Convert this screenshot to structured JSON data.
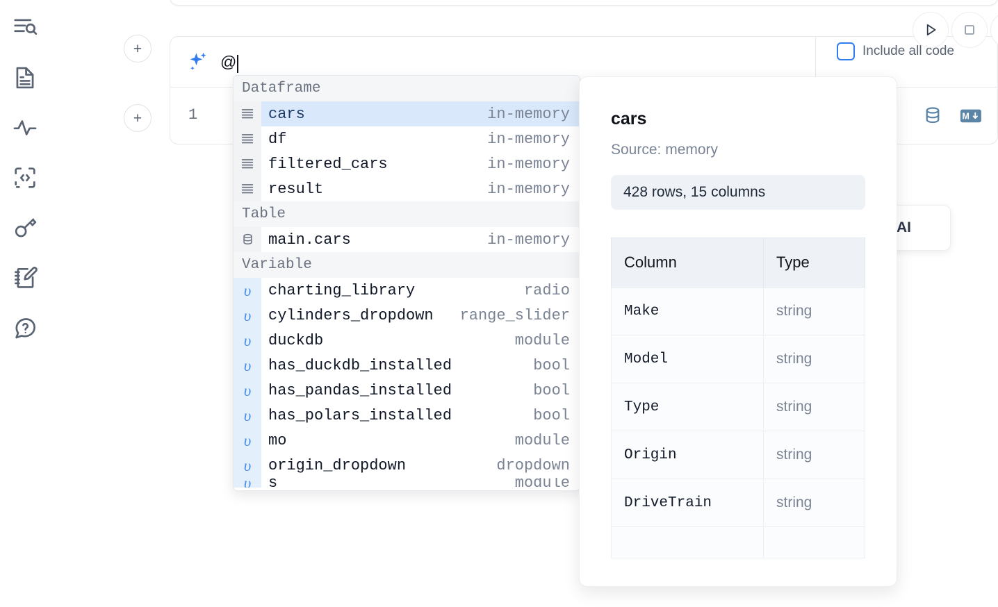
{
  "sidebar": {
    "items": [
      {
        "name": "outline-search-icon",
        "label": "Outline / Search"
      },
      {
        "name": "file-text-icon",
        "label": "Notebook file"
      },
      {
        "name": "activity-pulse-icon",
        "label": "Activity"
      },
      {
        "name": "code-brackets-icon",
        "label": "Snippets"
      },
      {
        "name": "key-icon",
        "label": "Secrets"
      },
      {
        "name": "notebook-edit-icon",
        "label": "Scratchpad"
      },
      {
        "name": "help-chat-icon",
        "label": "Help"
      }
    ]
  },
  "ai_cell": {
    "sparkle_icon": "sparkles-icon",
    "input_value": "@",
    "include_all_code_label": "Include all code",
    "include_all_code_checked": false,
    "add_cell_label": "+",
    "run_icon": "play-icon",
    "stop_icon": "stop-icon"
  },
  "code_cell": {
    "line_number": "1",
    "database_icon": "database-icon",
    "markdown_icon": "markdown-down-icon"
  },
  "tooltip": {
    "text": "h AI"
  },
  "autocomplete": {
    "groups": [
      {
        "header": "Dataframe",
        "icon": "list-lines-icon",
        "gutter_class": "df",
        "items": [
          {
            "name": "cars",
            "type": "in-memory",
            "selected": true
          },
          {
            "name": "df",
            "type": "in-memory",
            "selected": false
          },
          {
            "name": "filtered_cars",
            "type": "in-memory",
            "selected": false
          },
          {
            "name": "result",
            "type": "in-memory",
            "selected": false
          }
        ]
      },
      {
        "header": "Table",
        "icon": "database-icon",
        "gutter_class": "tbl",
        "items": [
          {
            "name": "main.cars",
            "type": "in-memory",
            "selected": false
          }
        ]
      },
      {
        "header": "Variable",
        "icon": "upsilon-icon",
        "gutter_class": "var",
        "items": [
          {
            "name": "charting_library",
            "type": "radio",
            "selected": false
          },
          {
            "name": "cylinders_dropdown",
            "type": "range_slider",
            "selected": false
          },
          {
            "name": "duckdb",
            "type": "module",
            "selected": false
          },
          {
            "name": "has_duckdb_installed",
            "type": "bool",
            "selected": false
          },
          {
            "name": "has_pandas_installed",
            "type": "bool",
            "selected": false
          },
          {
            "name": "has_polars_installed",
            "type": "bool",
            "selected": false
          },
          {
            "name": "mo",
            "type": "module",
            "selected": false
          },
          {
            "name": "origin_dropdown",
            "type": "dropdown",
            "selected": false
          },
          {
            "name": "s",
            "type": "module",
            "selected": false
          }
        ]
      }
    ]
  },
  "detail": {
    "title": "cars",
    "source": "Source: memory",
    "shape": "428 rows, 15 columns",
    "table": {
      "headers": [
        "Column",
        "Type"
      ],
      "rows": [
        [
          "Make",
          "string"
        ],
        [
          "Model",
          "string"
        ],
        [
          "Type",
          "string"
        ],
        [
          "Origin",
          "string"
        ],
        [
          "DriveTrain",
          "string"
        ],
        [
          "",
          ""
        ]
      ]
    }
  },
  "colors": {
    "accent_blue": "#2f7bf0",
    "selected_row": "#d9e8fb",
    "var_gutter": "#e4effc",
    "group_header_bg": "#f5f6f8",
    "panel_border": "#e6e8eb",
    "muted_text": "#7b8494",
    "icon_slate": "#5a6372"
  }
}
